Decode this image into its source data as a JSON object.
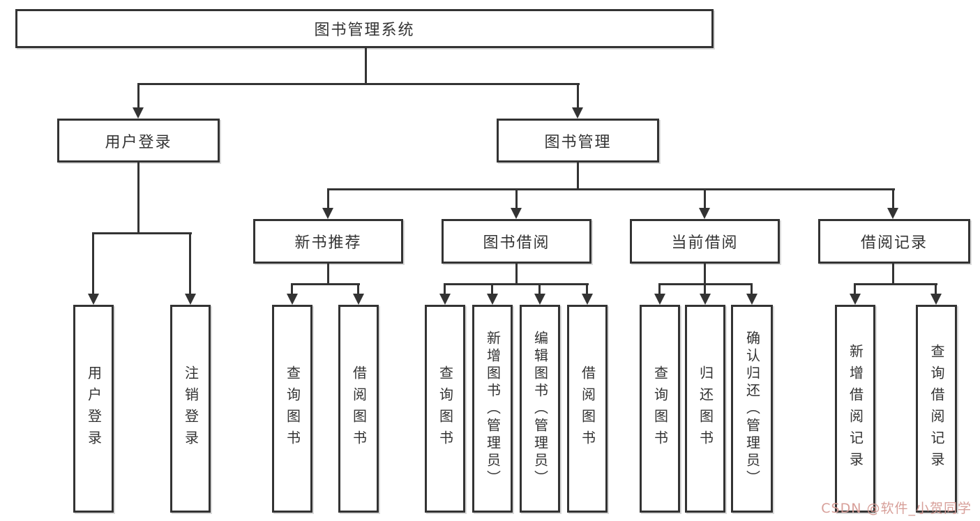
{
  "diagram": {
    "type": "hierarchy-tree",
    "title": "图书管理系统"
  },
  "nodes": {
    "root": {
      "label": "图书管理系统"
    },
    "user_login": {
      "label": "用户登录"
    },
    "book_mgmt": {
      "label": "图书管理"
    },
    "new_books": {
      "label": "新书推荐"
    },
    "book_borrow": {
      "label": "图书借阅"
    },
    "current_borrow": {
      "label": "当前借阅"
    },
    "borrow_records": {
      "label": "借阅记录"
    },
    "login": {
      "label": "用户登录"
    },
    "logout": {
      "label": "注销登录"
    },
    "nb_query_books": {
      "label": "查询图书"
    },
    "nb_borrow_books": {
      "label": "借阅图书"
    },
    "bb_query_books": {
      "label": "查询图书"
    },
    "bb_add_books": {
      "label": "新增图书（管理员）"
    },
    "bb_edit_books": {
      "label": "编辑图书（管理员）"
    },
    "bb_borrow_books": {
      "label": "借阅图书"
    },
    "cb_query_books": {
      "label": "查询图书"
    },
    "cb_return_books": {
      "label": "归还图书"
    },
    "cb_confirm_return": {
      "label": "确认归还（管理员）"
    },
    "br_add_record": {
      "label": "新增借阅记录"
    },
    "br_query_record": {
      "label": "查询借阅记录"
    }
  },
  "hierarchy": {
    "图书管理系统": {
      "用户登录": [
        "用户登录",
        "注销登录"
      ],
      "图书管理": {
        "新书推荐": [
          "查询图书",
          "借阅图书"
        ],
        "图书借阅": [
          "查询图书",
          "新增图书（管理员）",
          "编辑图书（管理员）",
          "借阅图书"
        ],
        "当前借阅": [
          "查询图书",
          "归还图书",
          "确认归还（管理员）"
        ],
        "借阅记录": [
          "新增借阅记录",
          "查询借阅记录"
        ]
      }
    }
  },
  "watermark": {
    "text": "CSDN @软件_小贺同学",
    "color": "#d59a94"
  },
  "colors": {
    "background": "#ffffff",
    "line": "#333333",
    "box_border": "#333333",
    "box_fill": "#ffffff",
    "text": "#333333"
  }
}
